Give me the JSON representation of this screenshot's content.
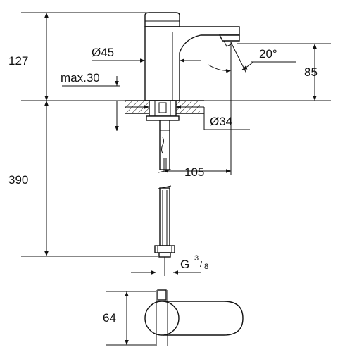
{
  "labels": {
    "h_total": "127",
    "dia_spout": "Ø45",
    "max_deck": "max.30",
    "angle": "20°",
    "h_spout": "85",
    "dia_hole": "Ø34",
    "projection": "105",
    "h_hose": "390",
    "thread_main": "G",
    "thread_num": "3",
    "thread_den": "8",
    "h_base": "64"
  },
  "colors": {
    "line": "#111111",
    "background": "#ffffff"
  }
}
